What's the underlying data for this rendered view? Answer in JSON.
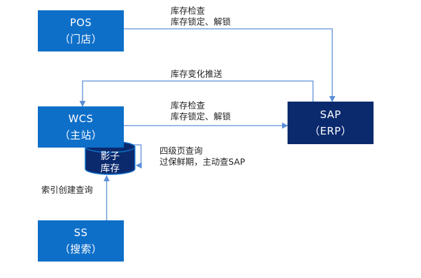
{
  "nodes": {
    "pos": {
      "line1": "POS",
      "line2": "（门店）"
    },
    "wcs": {
      "line1": "WCS",
      "line2": "（主站）"
    },
    "sap": {
      "line1": "SAP",
      "line2": "（ERP）"
    },
    "ss": {
      "line1": "SS",
      "line2": "（搜索）"
    },
    "shadow": {
      "line1": "影子",
      "line2": "库存"
    }
  },
  "edges": {
    "pos_sap": {
      "line1": "库存检查",
      "line2": "库存锁定、解锁"
    },
    "sap_wcs": {
      "line1": "库存变化推送"
    },
    "wcs_sap": {
      "line1": "库存检查",
      "line2": "库存锁定、解锁"
    },
    "shadow_self": {
      "line1": "四级页查询",
      "line2": "过保鲜期，主动查SAP"
    },
    "ss_shadow": {
      "line1": "索引创建查询"
    }
  },
  "colors": {
    "node_light": "#0E6FC9",
    "node_dark": "#0B2A6E",
    "connector": "#5B8ED8"
  }
}
